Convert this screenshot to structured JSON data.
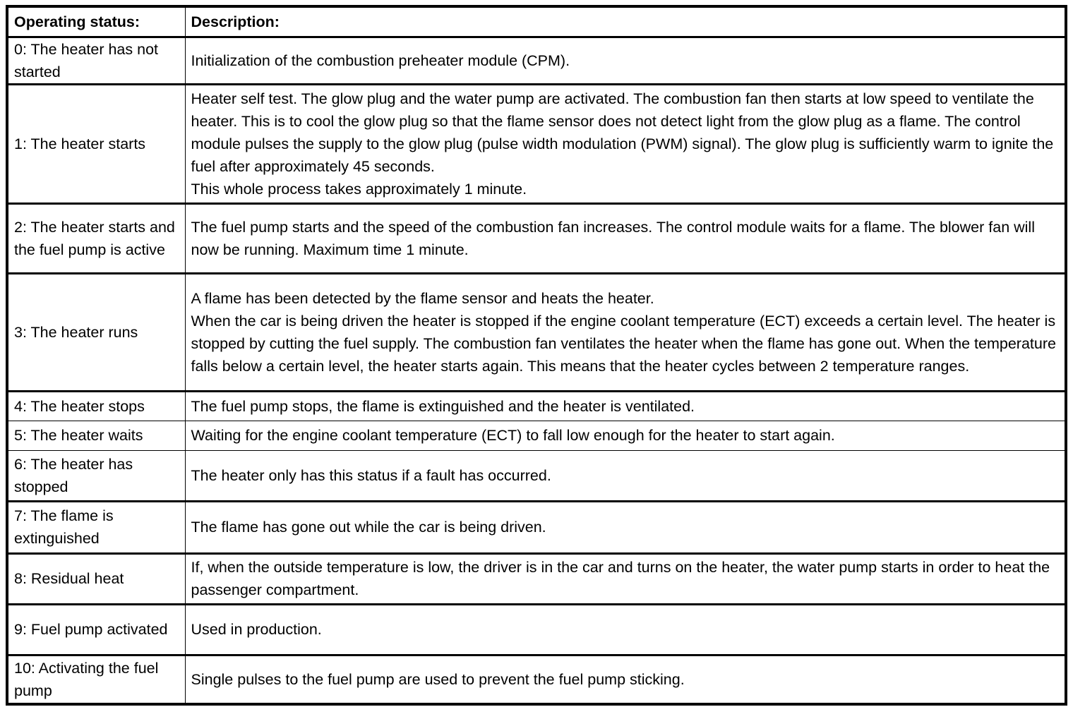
{
  "table": {
    "headers": {
      "status": "Operating status:",
      "description": "Description:"
    },
    "rows": [
      {
        "status": "0: The heater has not started",
        "description": "Initialization of the combustion preheater module (CPM)."
      },
      {
        "status": "1: The heater starts",
        "description": "Heater self test. The glow plug and the water pump are activated. The combustion fan then starts at low speed to ventilate the heater. This is to cool the glow plug so that the flame sensor does not detect light from the glow plug as a flame. The control module pulses the supply to the glow plug (pulse width modulation (PWM) signal). The glow plug is sufficiently warm to ignite the fuel after approximately 45 seconds.\nThis whole process takes approximately 1 minute."
      },
      {
        "status": "2: The heater starts and the fuel pump is active",
        "description": "The fuel pump starts and the speed of the combustion fan increases. The control module waits for a flame. The blower fan will now be running. Maximum time 1 minute."
      },
      {
        "status": "3: The heater runs",
        "description": "A flame has been detected by the flame sensor and heats the heater.\nWhen the car is being driven the heater is stopped if the engine coolant temperature (ECT) exceeds a certain level. The heater is stopped by cutting the fuel supply. The combustion fan ventilates the heater when the flame has gone out. When the temperature falls below a certain level, the heater starts again. This means that the heater cycles between 2 temperature ranges."
      },
      {
        "status": "4: The heater stops",
        "description": "The fuel pump stops, the flame is extinguished and the heater is ventilated."
      },
      {
        "status": "5: The heater waits",
        "description": "Waiting for the engine coolant temperature (ECT) to fall low enough for the heater to start again."
      },
      {
        "status": "6: The heater has stopped",
        "description": "The heater only has this status if a fault has occurred."
      },
      {
        "status": "7: The flame is extinguished",
        "description": "The flame has gone out while the car is being driven."
      },
      {
        "status": "8: Residual heat",
        "description": "If, when the outside temperature is low, the driver is in the car and turns on the heater, the water pump starts in order to heat the passenger compartment."
      },
      {
        "status": "9: Fuel pump activated",
        "description": "Used in production."
      },
      {
        "status": "10: Activating the fuel pump",
        "description": "Single pulses to the fuel pump are used to prevent the fuel pump sticking."
      }
    ]
  },
  "colors": {
    "border": "#000000",
    "text": "#000000",
    "background": "#ffffff"
  }
}
